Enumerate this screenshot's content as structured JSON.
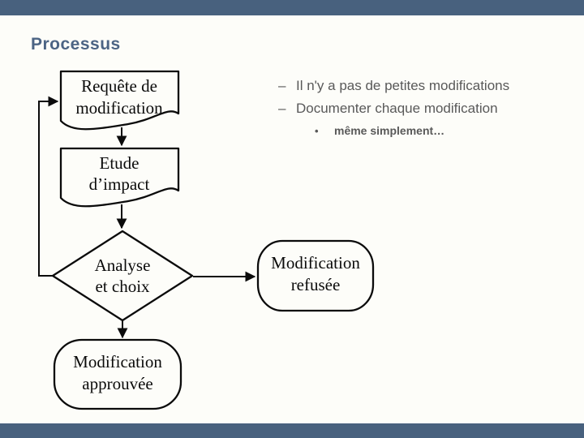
{
  "slide": {
    "title": "Processus",
    "accent_color": "#48617e",
    "title_color": "#4c6484",
    "background_color": "#fdfdf9"
  },
  "bullets": {
    "items": [
      {
        "marker": "–",
        "text": "Il n'y a pas de petites modifications",
        "level": 1
      },
      {
        "marker": "–",
        "text": "Documenter chaque modification",
        "level": 1
      },
      {
        "marker": "•",
        "text": "même simplement…",
        "level": 2
      }
    ]
  },
  "flowchart": {
    "nodes": [
      {
        "id": "requete",
        "shape": "document",
        "line1": "Requête de",
        "line2": "modification"
      },
      {
        "id": "etude",
        "shape": "document",
        "line1": "Etude",
        "line2": "d’impact"
      },
      {
        "id": "analyse",
        "shape": "decision",
        "line1": "Analyse",
        "line2": "et choix"
      },
      {
        "id": "refusee",
        "shape": "terminator",
        "line1": "Modification",
        "line2": "refusée"
      },
      {
        "id": "approuvee",
        "shape": "terminator",
        "line1": "Modification",
        "line2": "approuvée"
      }
    ],
    "edges": [
      {
        "from": "requete",
        "to": "etude"
      },
      {
        "from": "etude",
        "to": "analyse"
      },
      {
        "from": "analyse",
        "to": "approuvee"
      },
      {
        "from": "analyse",
        "to": "refusee"
      },
      {
        "from": "analyse",
        "to": "requete",
        "type": "feedback-loop"
      }
    ]
  }
}
